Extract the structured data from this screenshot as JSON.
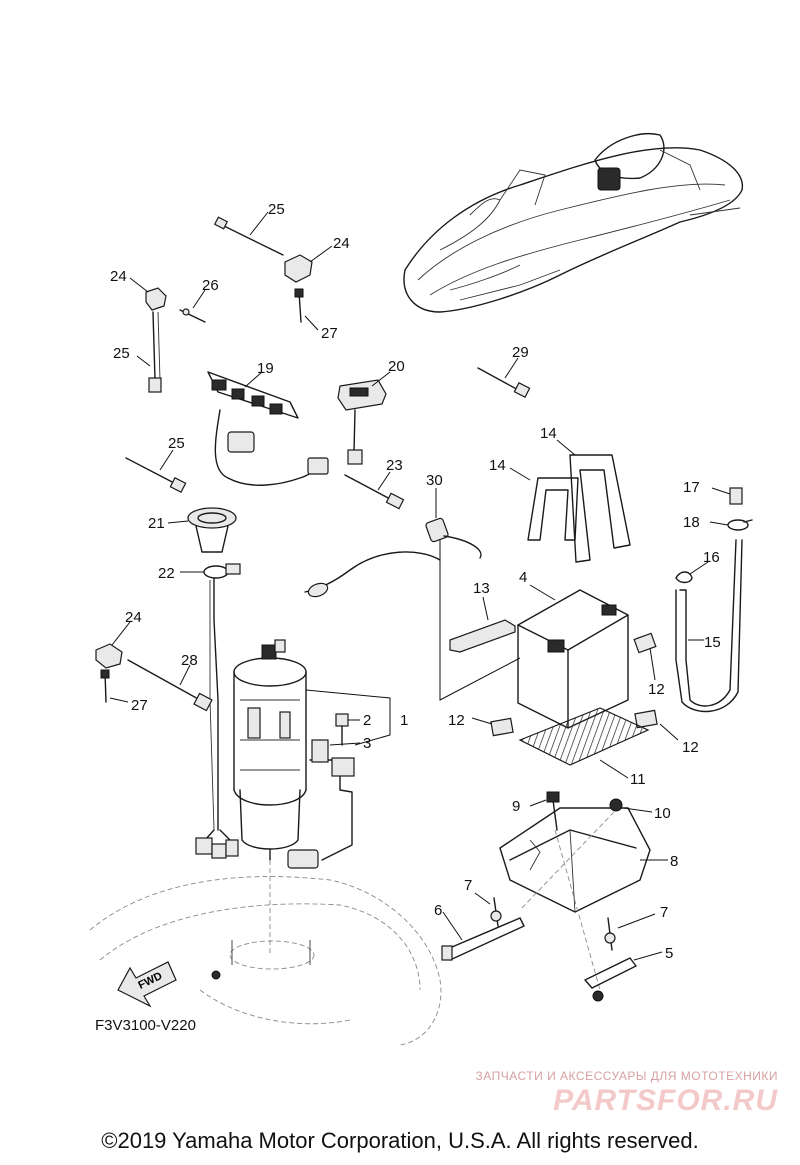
{
  "diagram": {
    "code": "F3V3100-V220",
    "fwd_label": "FWD",
    "callouts": [
      "1",
      "2",
      "3",
      "4",
      "5",
      "6",
      "7",
      "7",
      "8",
      "9",
      "10",
      "11",
      "12",
      "12",
      "12",
      "13",
      "14",
      "14",
      "15",
      "16",
      "17",
      "18",
      "19",
      "20",
      "21",
      "22",
      "23",
      "24",
      "24",
      "24",
      "25",
      "25",
      "25",
      "26",
      "27",
      "27",
      "28",
      "29",
      "30"
    ]
  },
  "watermark": {
    "tagline": "ЗАПЧАСТИ И АКСЕССУАРЫ ДЛЯ МОТОТЕХНИКИ",
    "logo": "PARTSFOR.RU"
  },
  "footer": {
    "copyright": "©2019 Yamaha Motor Corporation, U.S.A. All rights reserved."
  }
}
